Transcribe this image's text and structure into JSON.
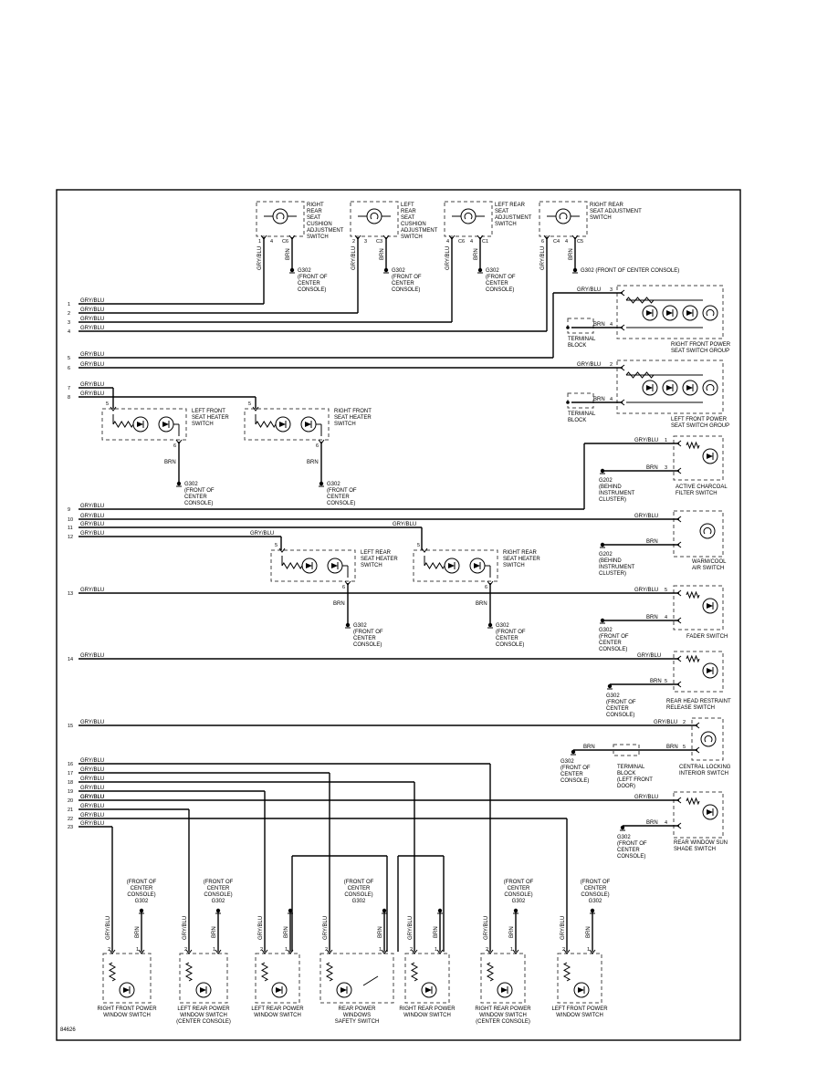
{
  "diagram_id": "84626",
  "wire_colors": {
    "signal": "GRY/BLU",
    "ground": "BRN"
  },
  "left_rows": [
    "1",
    "2",
    "3",
    "4",
    "5",
    "6",
    "7",
    "8",
    "9",
    "10",
    "11",
    "12",
    "13",
    "14",
    "15",
    "16",
    "17",
    "18",
    "19",
    "20",
    "21",
    "22",
    "23"
  ],
  "top_switches": [
    {
      "lines": [
        "RIGHT",
        "REAR",
        "SEAT",
        "CUSHION",
        "ADJUSTMENT",
        "SWITCH"
      ],
      "pins": [
        "1",
        "4",
        "C6"
      ],
      "ground": [
        "G302",
        "(FRONT OF",
        "CENTER",
        "CONSOLE)"
      ]
    },
    {
      "lines": [
        "LEFT",
        "REAR",
        "SEAT",
        "CUSHION",
        "ADJUSTMENT",
        "SWITCH"
      ],
      "pins": [
        "2",
        "3",
        "C3"
      ],
      "ground": [
        "G302",
        "(FRONT OF",
        "CENTER",
        "CONSOLE)"
      ]
    },
    {
      "lines": [
        "LEFT REAR",
        "SEAT",
        "ADJUSTMENT",
        "SWITCH"
      ],
      "pins": [
        "4",
        "C6",
        "4",
        "C1"
      ],
      "ground": [
        "G302",
        "(FRONT OF",
        "CENTER",
        "CONSOLE)"
      ]
    },
    {
      "lines": [
        "RIGHT REAR",
        "SEAT ADJUSTMENT",
        "SWITCH"
      ],
      "pins": [
        "6",
        "C4",
        "4",
        "C5"
      ],
      "ground": [
        "G302 (FRONT OF CENTER CONSOLE)"
      ]
    }
  ],
  "right_switches": [
    {
      "lines": [
        "RIGHT FRONT POWER",
        "SEAT SWITCH GROUP"
      ],
      "pins": [
        "3",
        "4"
      ]
    },
    {
      "lines": [
        "LEFT FRONT POWER",
        "SEAT SWITCH GROUP"
      ],
      "pins": [
        "2",
        "4"
      ]
    },
    {
      "lines": [
        "ACTIVE CHARCOAL",
        "FILTER SWITCH"
      ],
      "pins": [
        "1",
        "3"
      ],
      "ground": [
        "G202",
        "(BEHIND",
        "INSTRUMENT",
        "CLUSTER)"
      ]
    },
    {
      "lines": [
        "WARM/COOL",
        "AIR SWITCH"
      ],
      "pins": [],
      "ground": [
        "G202",
        "(BEHIND",
        "INSTRUMENT",
        "CLUSTER)"
      ]
    },
    {
      "lines": [
        "FADER SWITCH"
      ],
      "pins": [
        "5",
        "4"
      ],
      "ground": [
        "G302",
        "(FRONT OF",
        "CENTER",
        "CONSOLE)"
      ]
    },
    {
      "lines": [
        "REAR HEAD RESTRAINT",
        "RELEASE SWITCH"
      ],
      "pins": [
        "5"
      ],
      "ground": [
        "G302",
        "(FRONT OF",
        "CENTER",
        "CONSOLE)"
      ]
    },
    {
      "lines": [
        "CENTRAL LOCKING",
        "INTERIOR SWITCH"
      ],
      "pins": [
        "2",
        "5"
      ],
      "ground": [
        "G302",
        "(FRONT OF",
        "CENTER",
        "CONSOLE)"
      ]
    },
    {
      "lines": [
        "REAR WINDOW SUN",
        "SHADE SWITCH"
      ],
      "pins": [
        "4"
      ],
      "ground": [
        "G302",
        "(FRONT OF",
        "CENTER",
        "CONSOLE)"
      ]
    }
  ],
  "terminal_block": [
    "TERMINAL",
    "BLOCK"
  ],
  "terminal_block_lf": [
    "TERMINAL",
    "BLOCK",
    "(LEFT FRONT",
    "DOOR)"
  ],
  "heater_switches": [
    {
      "lines": [
        "LEFT FRONT",
        "SEAT HEATER",
        "SWITCH"
      ],
      "pins": [
        "5",
        "6"
      ],
      "ground": [
        "G302",
        "(FRONT OF",
        "CENTER",
        "CONSOLE)"
      ]
    },
    {
      "lines": [
        "RIGHT FRONT",
        "SEAT HEATER",
        "SWITCH"
      ],
      "pins": [
        "5",
        "6"
      ],
      "ground": [
        "G302",
        "(FRONT OF",
        "CENTER",
        "CONSOLE)"
      ]
    },
    {
      "lines": [
        "LEFT REAR",
        "SEAT HEATER",
        "SWITCH"
      ],
      "pins": [
        "5",
        "6"
      ],
      "ground": [
        "G302",
        "(FRONT OF",
        "CENTER",
        "CONSOLE)"
      ]
    },
    {
      "lines": [
        "RIGHT REAR",
        "SEAT HEATER",
        "SWITCH"
      ],
      "pins": [
        "5",
        "6"
      ],
      "ground": [
        "G302",
        "(FRONT OF",
        "CENTER",
        "CONSOLE)"
      ]
    }
  ],
  "window_switches": [
    {
      "lines": [
        "RIGHT FRONT POWER",
        "WINDOW SWITCH"
      ]
    },
    {
      "lines": [
        "LEFT REAR POWER",
        "WINDOW SWITCH",
        "(CENTER CONSOLE)"
      ]
    },
    {
      "lines": [
        "LEFT REAR POWER",
        "WINDOW SWITCH"
      ]
    },
    {
      "lines": [
        "REAR POWER",
        "WINDOWS",
        "SAFETY SWITCH"
      ]
    },
    {
      "lines": [
        "RIGHT REAR POWER",
        "WINDOW SWITCH"
      ]
    },
    {
      "lines": [
        "RIGHT REAR POWER",
        "WINDOW SWITCH",
        "(CENTER CONSOLE)"
      ]
    },
    {
      "lines": [
        "LEFT FRONT POWER",
        "WINDOW SWITCH"
      ]
    }
  ],
  "window_grounds": [
    [
      "(FRONT OF",
      "CENTER",
      "CONSOLE)",
      "G302"
    ],
    [
      "(FRONT OF",
      "CENTER",
      "CONSOLE)",
      "G302"
    ],
    [
      "(FRONT OF",
      "CENTER",
      "CONSOLE)",
      "G302"
    ],
    [
      "(FRONT OF",
      "CENTER",
      "CONSOLE)",
      "G302"
    ],
    [
      "(FRONT OF",
      "CENTER",
      "CONSOLE)",
      "G302"
    ]
  ]
}
